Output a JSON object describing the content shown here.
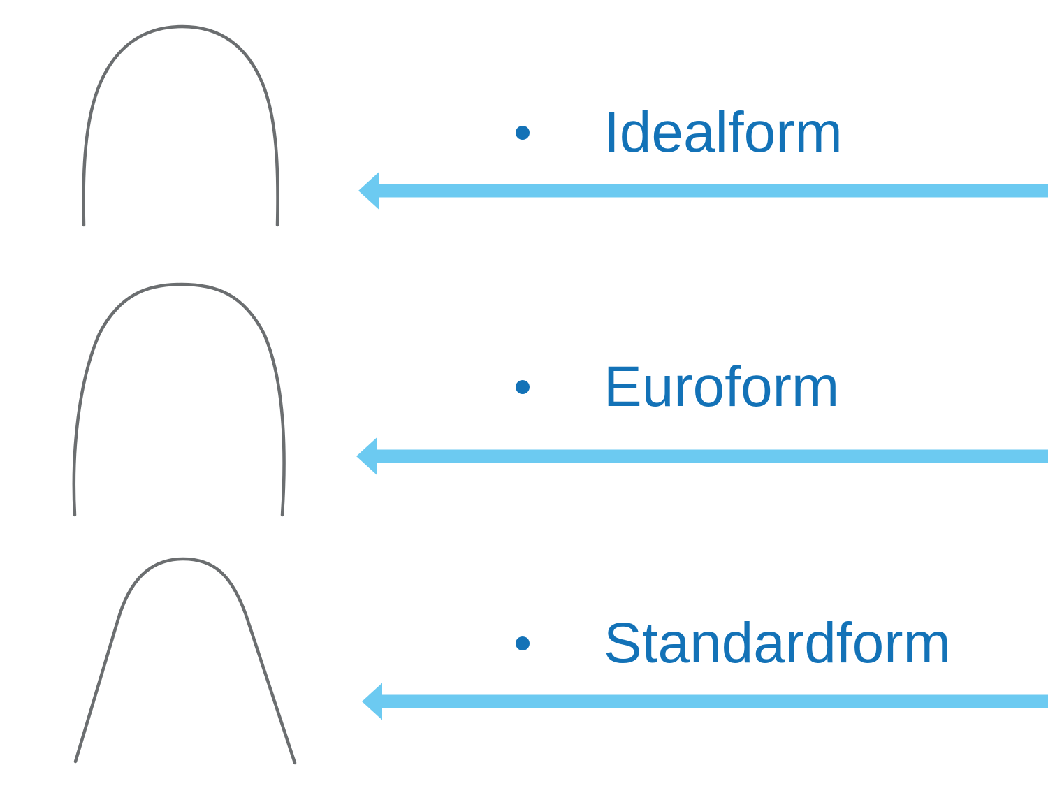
{
  "slide": {
    "background_color": "#FFFFFF",
    "items": [
      {
        "label": "Idealform",
        "shape_icon": "idealform-archwire-outline",
        "bullet_icon": "bullet-dot",
        "arrow_icon": "arrow-left"
      },
      {
        "label": "Euroform",
        "shape_icon": "euroform-archwire-outline",
        "bullet_icon": "bullet-dot",
        "arrow_icon": "arrow-left"
      },
      {
        "label": "Standardform",
        "shape_icon": "standardform-archwire-outline",
        "bullet_icon": "bullet-dot",
        "arrow_icon": "arrow-left"
      }
    ]
  },
  "colors": {
    "label_text": "#1372B7",
    "bullet": "#1372B7",
    "arrow": "#6CCAF1",
    "wire": "#6B6E70"
  }
}
